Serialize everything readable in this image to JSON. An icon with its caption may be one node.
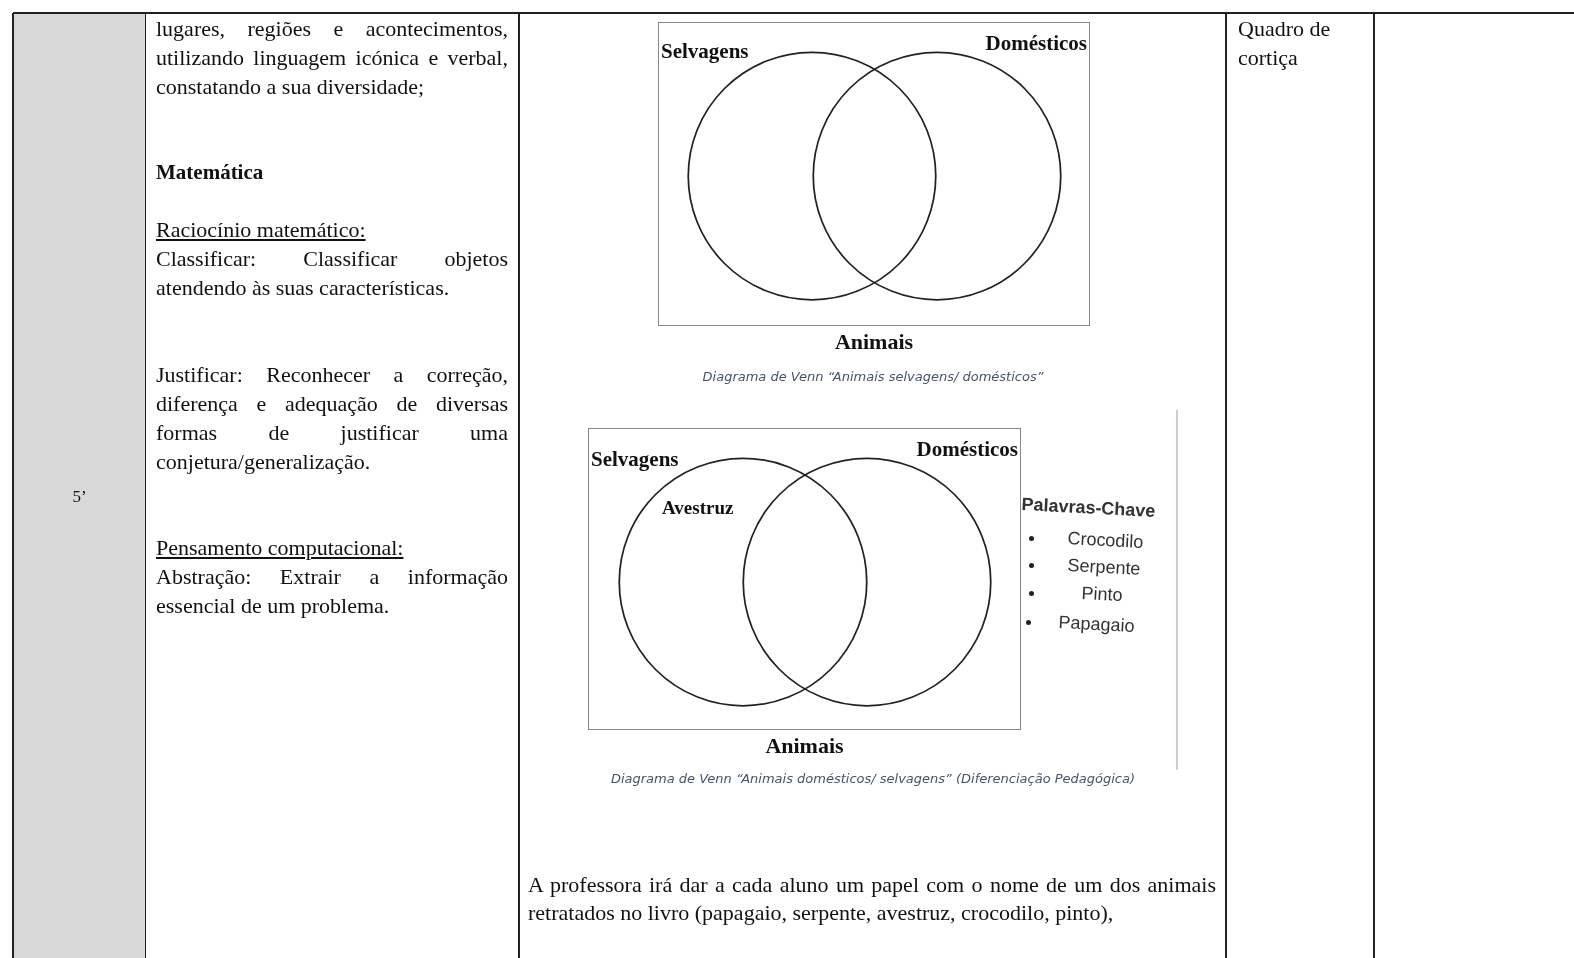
{
  "diagram": {
    "nodes": [
      {
        "text": [
          "Selvagens",
          "Domésticos",
          "Animais"
        ]
      },
      {
        "text": [],
        "shape": "circle",
        "in": 0
      },
      {
        "text": [],
        "shape": "circle",
        "in": 0
      },
      {
        "text": [
          "Selvagens",
          "Domésticos",
          "Animais"
        ]
      },
      {
        "text": [
          "Avestruz"
        ],
        "in": 3
      },
      {
        "text": [],
        "shape": "circle",
        "in": 3
      }
    ],
    "labels": [
      "5’",
      "lugares, regiões e acontecimentos, utilizando linguagem icónica e verbal, constatando a sua diversidade;",
      "Matemática",
      "Raciocínio matemático:",
      "Classificar: Classificar objetos atendendo às suas características.",
      "Justificar: Reconhecer a correção, diferença e adequação de diversas formas de justificar uma conjetura/generalização.",
      "Pensamento computacional:",
      "Abstração: Extrair a informação essencial de um problema.",
      "Diagrama de Venn “Animais selvagens/ domésticos”",
      "Palavras-Chave",
      "Crocodilo",
      "Serpente",
      "Pinto",
      "Papagaio",
      "Diagrama de Venn “Animais domésticos/ selvagens” (Diferenciação Pedagógica)",
      "A professora irá dar a cada aluno um papel com o nome de um dos animais retratados no livro (papagaio, serpente, avestruz, crocodilo, pinto),",
      "Quadro de cortiça"
    ]
  }
}
